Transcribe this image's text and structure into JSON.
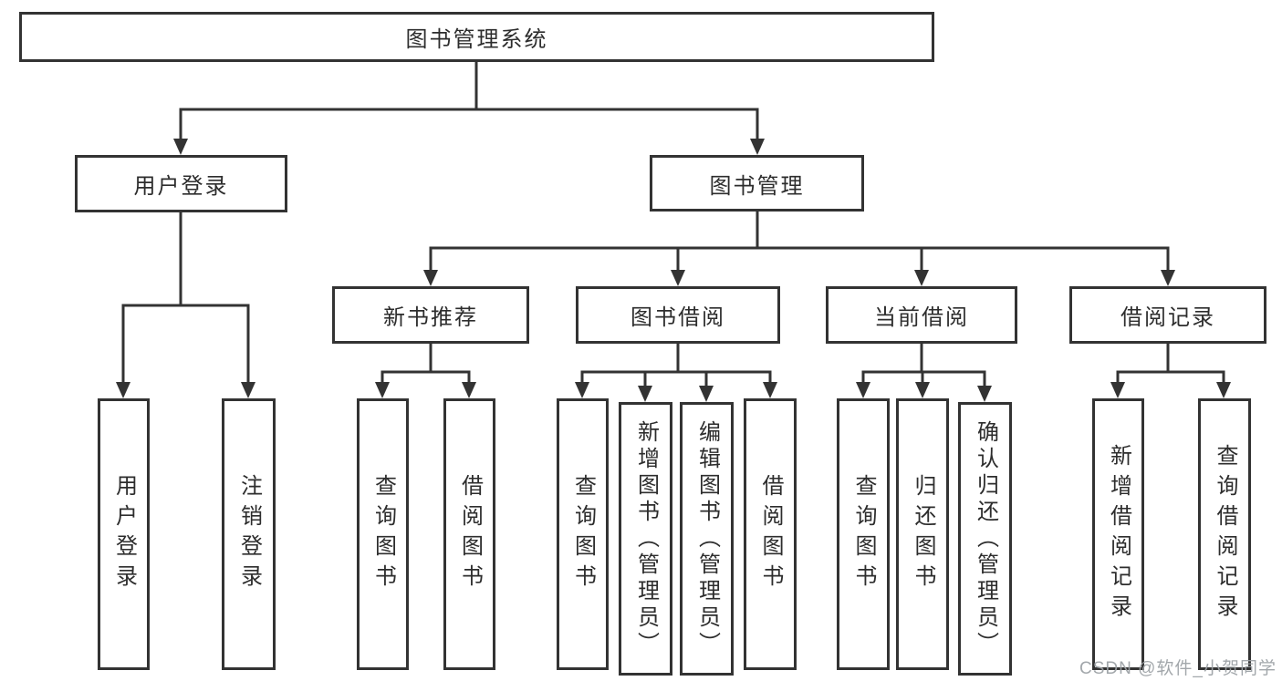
{
  "diagram": {
    "type": "hierarchy",
    "title": "图书管理系统",
    "watermark": "CSDN @软件_小贺同学",
    "colors": {
      "line": "#333333",
      "box_background": "#ffffff",
      "text": "#2d2d2d",
      "watermark": "#9ba0a4"
    },
    "nodes": {
      "root": "图书管理系统",
      "l2": [
        "用户登录",
        "图书管理"
      ],
      "l3": [
        "新书推荐",
        "图书借阅",
        "当前借阅",
        "借阅记录"
      ],
      "l4_user": [
        "用户登录",
        "注销登录"
      ],
      "l4_newbook": [
        "查询图书",
        "借阅图书"
      ],
      "l4_borrow": [
        "查询图书",
        "新增图书（管理员）",
        "编辑图书（管理员）",
        "借阅图书"
      ],
      "l4_current": [
        "查询图书",
        "归还图书",
        "确认归还（管理员）"
      ],
      "l4_record": [
        "新增借阅记录",
        "查询借阅记录"
      ]
    },
    "edges": [
      {
        "from": "图书管理系统",
        "to": "用户登录"
      },
      {
        "from": "图书管理系统",
        "to": "图书管理"
      },
      {
        "from": "用户登录",
        "to": "用户登录"
      },
      {
        "from": "用户登录",
        "to": "注销登录"
      },
      {
        "from": "图书管理",
        "to": "新书推荐"
      },
      {
        "from": "图书管理",
        "to": "图书借阅"
      },
      {
        "from": "图书管理",
        "to": "当前借阅"
      },
      {
        "from": "图书管理",
        "to": "借阅记录"
      },
      {
        "from": "新书推荐",
        "to": "查询图书"
      },
      {
        "from": "新书推荐",
        "to": "借阅图书"
      },
      {
        "from": "图书借阅",
        "to": "查询图书"
      },
      {
        "from": "图书借阅",
        "to": "新增图书（管理员）"
      },
      {
        "from": "图书借阅",
        "to": "编辑图书（管理员）"
      },
      {
        "from": "图书借阅",
        "to": "借阅图书"
      },
      {
        "from": "当前借阅",
        "to": "查询图书"
      },
      {
        "from": "当前借阅",
        "to": "归还图书"
      },
      {
        "from": "当前借阅",
        "to": "确认归还（管理员）"
      },
      {
        "from": "借阅记录",
        "to": "新增借阅记录"
      },
      {
        "from": "借阅记录",
        "to": "查询借阅记录"
      }
    ]
  }
}
